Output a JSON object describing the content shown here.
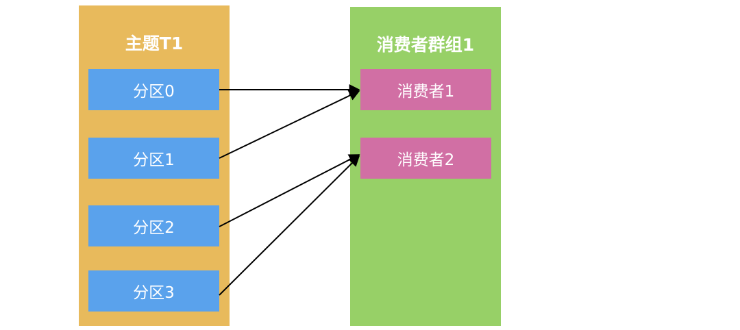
{
  "topic": {
    "title": "主题T1",
    "partitions": [
      "分区0",
      "分区1",
      "分区2",
      "分区3"
    ]
  },
  "consumer_group": {
    "title": "消费者群组1",
    "consumers": [
      "消费者1",
      "消费者2"
    ]
  },
  "colors": {
    "topic_panel": "#e8ba5c",
    "group_panel": "#97d067",
    "partition": "#5aa2ec",
    "consumer": "#d16fa4",
    "arrow": "#000000"
  }
}
